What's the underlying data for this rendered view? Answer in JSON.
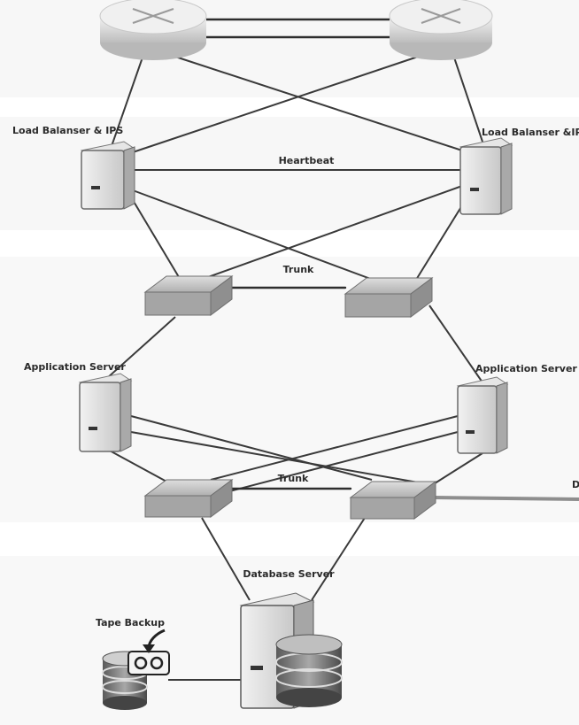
{
  "labels": {
    "lb_left": "Load Balanser & IPS",
    "lb_right": "Load Balanser &IPS",
    "heartbeat": "Heartbeat",
    "trunk_top": "Trunk",
    "app_left": "Application Server",
    "app_right": "Application Server",
    "trunk_bottom": "Trunk",
    "db_server": "Database Server",
    "tape_backup": "Tape Backup",
    "edge_cut": "D"
  }
}
